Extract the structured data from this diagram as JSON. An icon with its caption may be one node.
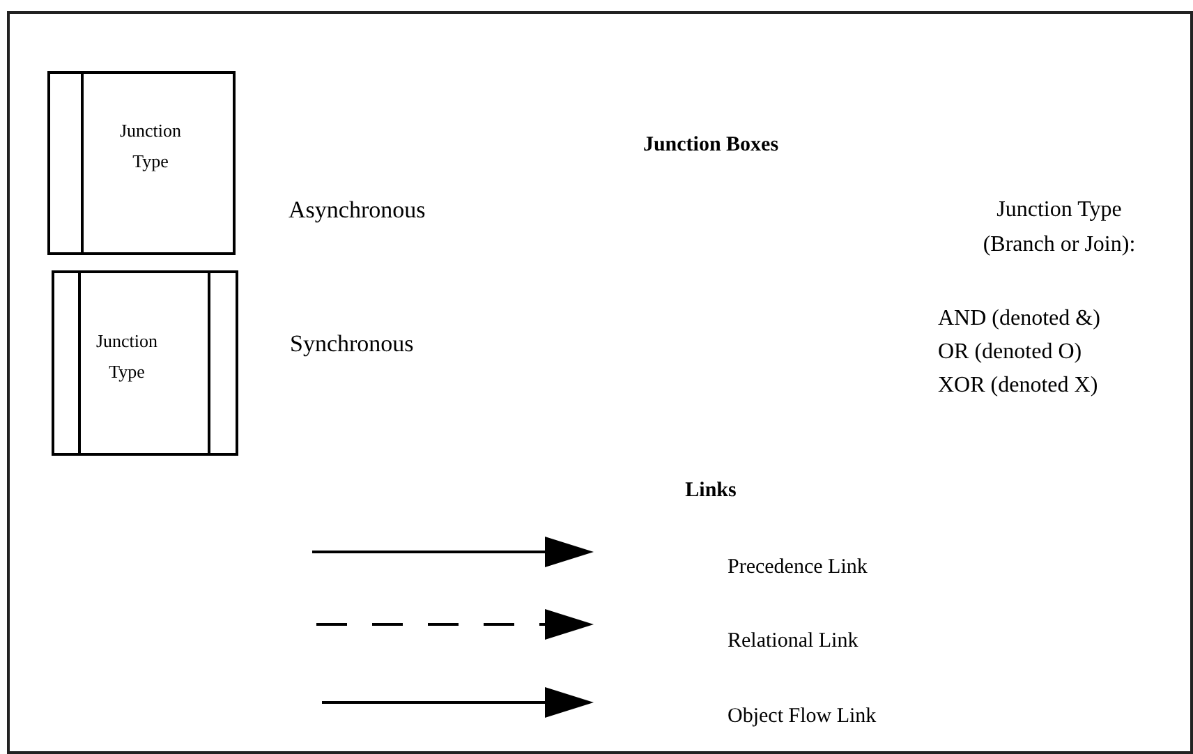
{
  "diagram": {
    "nodes": [
      {
        "text": [
          "Junction Type"
        ],
        "beside": [
          "Asynchronous"
        ]
      },
      {
        "text": [
          "Junction Type"
        ],
        "beside": [
          "Synchronous"
        ]
      }
    ],
    "edges": [],
    "labels": [
      "Junction Boxes",
      "Junction Type (Branch or Join):",
      "AND (denoted &)",
      "OR (denoted O)",
      "XOR (denoted X)",
      "Links"
    ],
    "legend": [
      {
        "text": "Precedence Link"
      },
      {
        "text": "Relational Link"
      },
      {
        "text": "Object Flow Link"
      }
    ]
  }
}
